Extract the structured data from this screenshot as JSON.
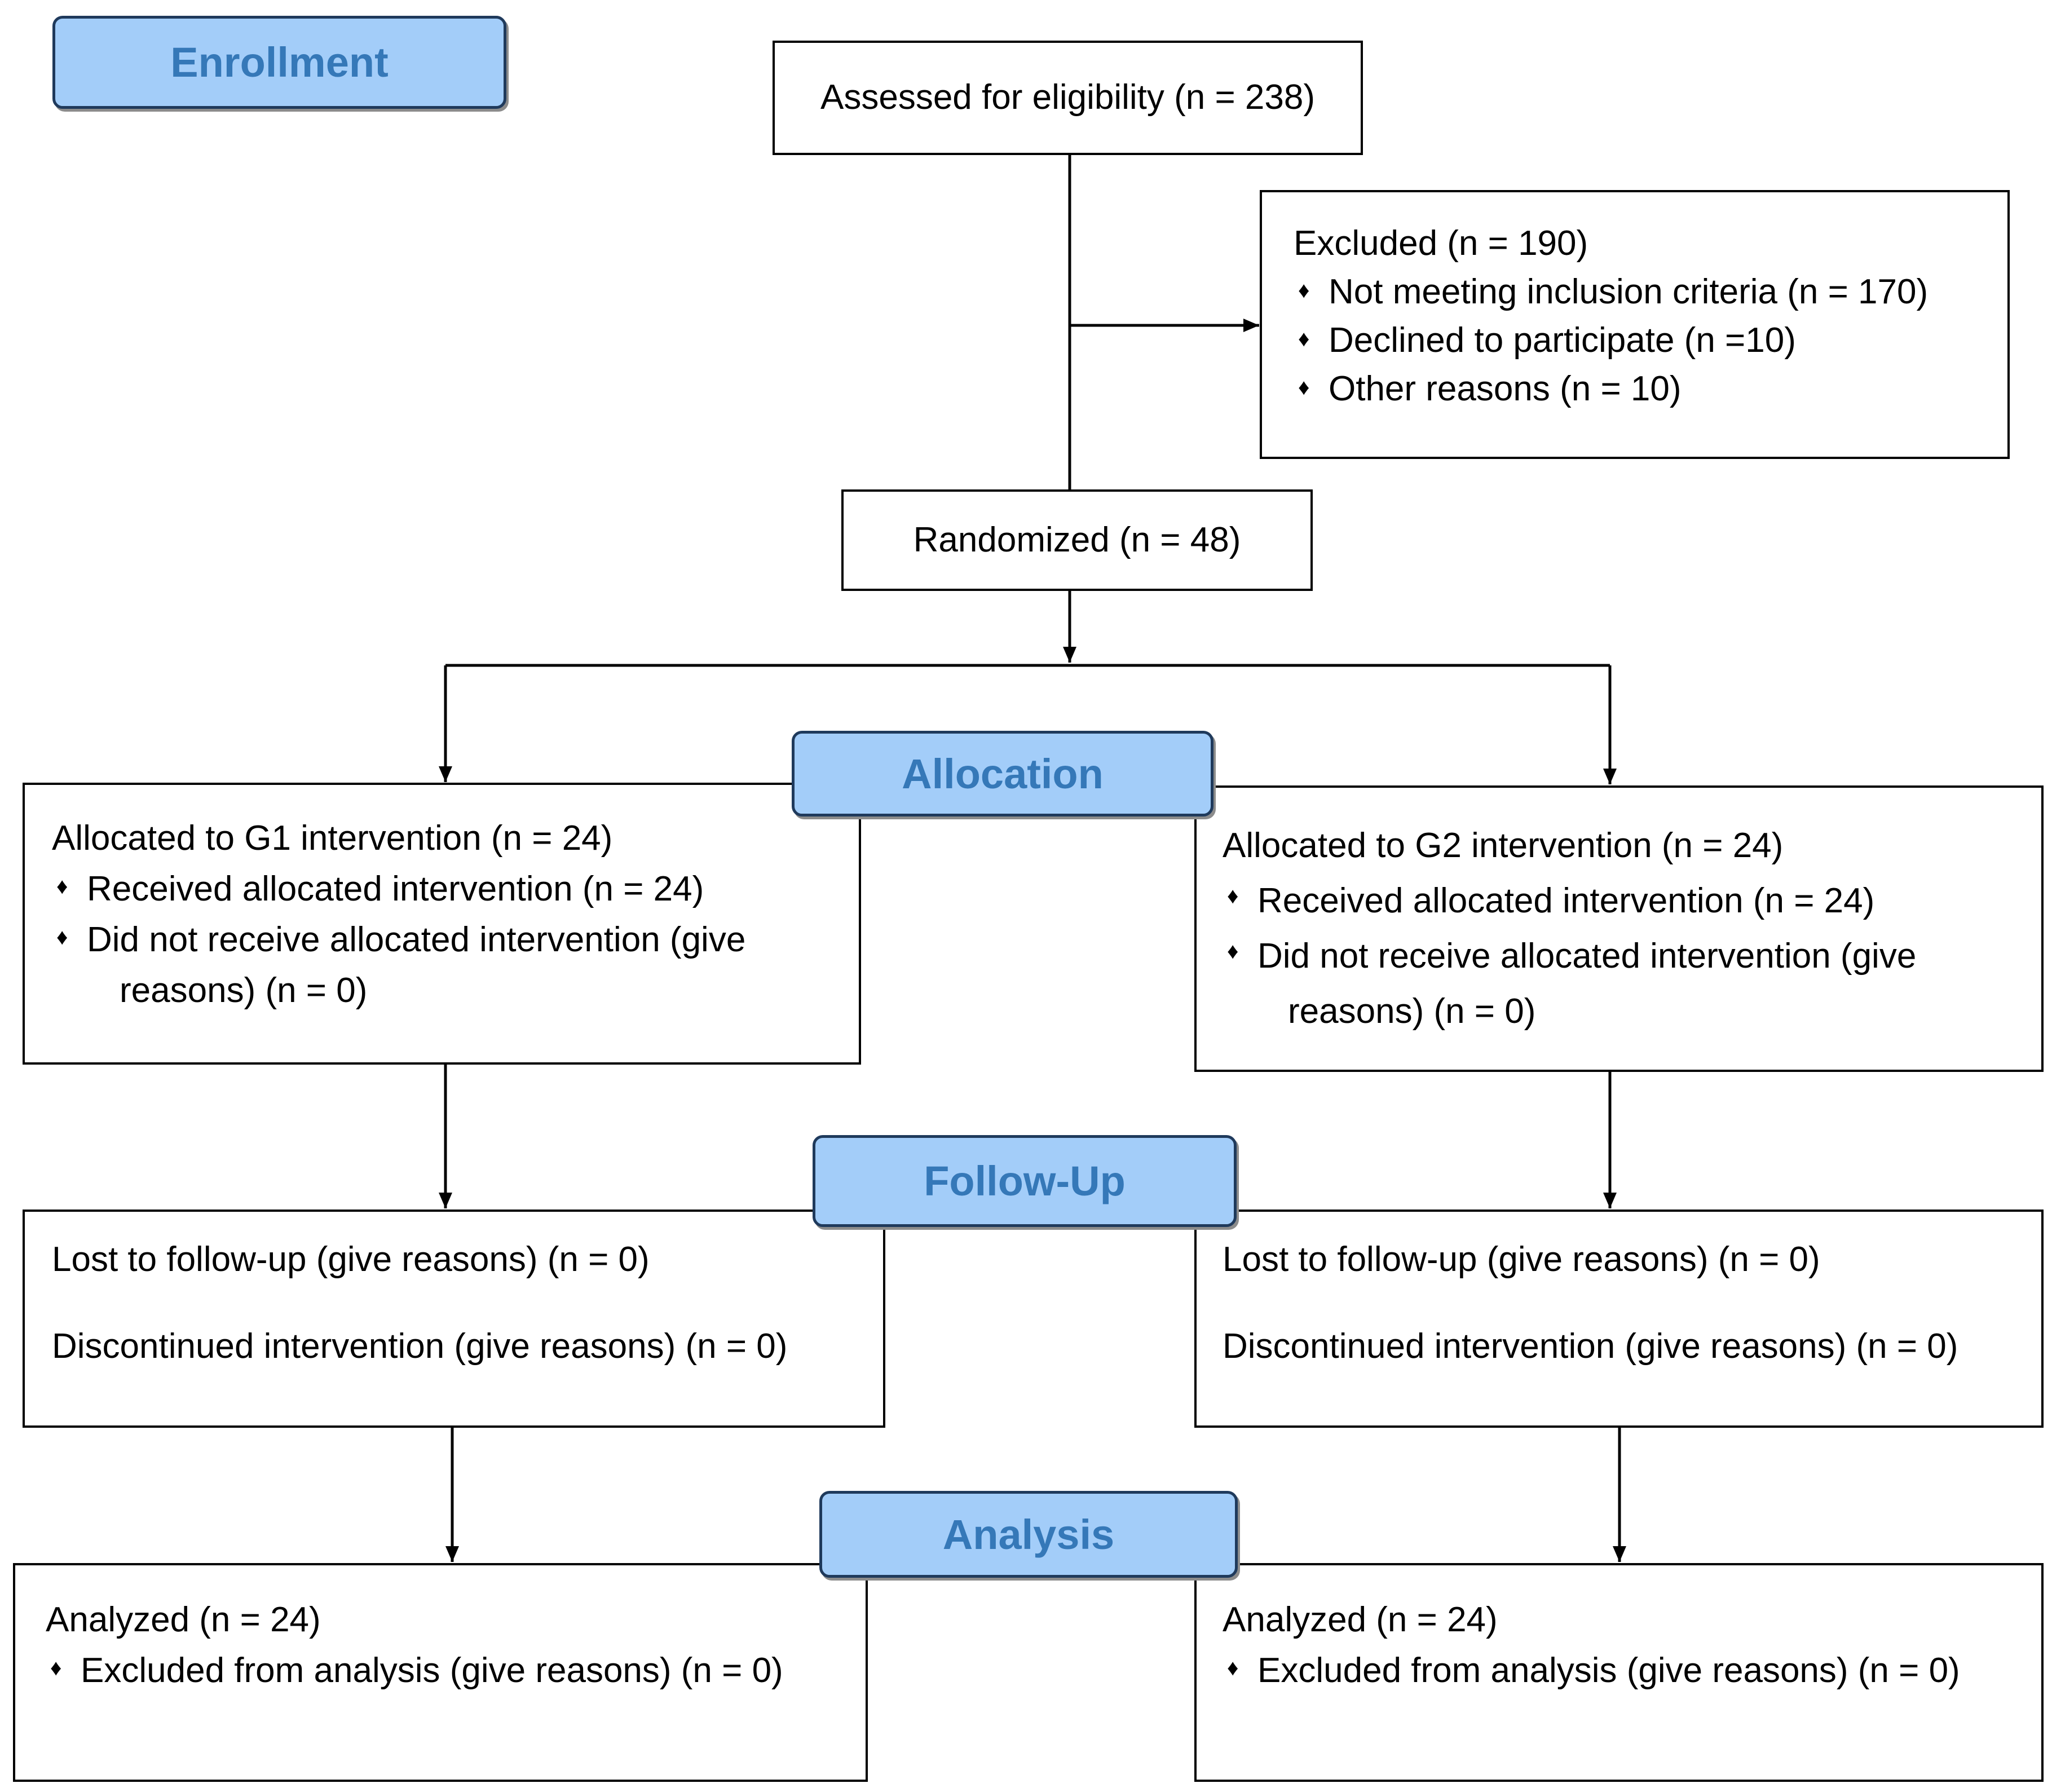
{
  "stages": {
    "enrollment": "Enrollment",
    "allocation": "Allocation",
    "follow_up": "Follow-Up",
    "analysis": "Analysis"
  },
  "assessed": "Assessed for eligibility (n = 238)",
  "excluded": {
    "title": "Excluded (n = 190)",
    "items": [
      "Not meeting inclusion criteria (n = 170)",
      "Declined to participate (n =10)",
      "Other reasons (n = 10)"
    ]
  },
  "randomized": "Randomized (n = 48)",
  "allocation": {
    "g1": {
      "title": "Allocated to G1 intervention (n = 24)",
      "items": [
        "Received allocated intervention (n = 24)",
        "Did not receive allocated intervention (give",
        "reasons) (n = 0)"
      ]
    },
    "g2": {
      "title": "Allocated to G2 intervention (n = 24)",
      "items": [
        "Received allocated intervention (n = 24)",
        "Did not receive allocated intervention (give",
        "reasons) (n = 0)"
      ]
    }
  },
  "follow_up": {
    "g1": {
      "lost": "Lost to follow-up (give reasons) (n = 0)",
      "discontinued": "Discontinued intervention (give reasons) (n = 0)"
    },
    "g2": {
      "lost": "Lost to follow-up (give reasons) (n = 0)",
      "discontinued": "Discontinued intervention (give reasons) (n = 0)"
    }
  },
  "analysis": {
    "g1": {
      "title": "Analyzed (n = 24)",
      "item": "Excluded from analysis (give reasons) (n = 0)"
    },
    "g2": {
      "title": "Analyzed (n = 24)",
      "item": "Excluded from analysis (give reasons) (n = 0)"
    }
  }
}
